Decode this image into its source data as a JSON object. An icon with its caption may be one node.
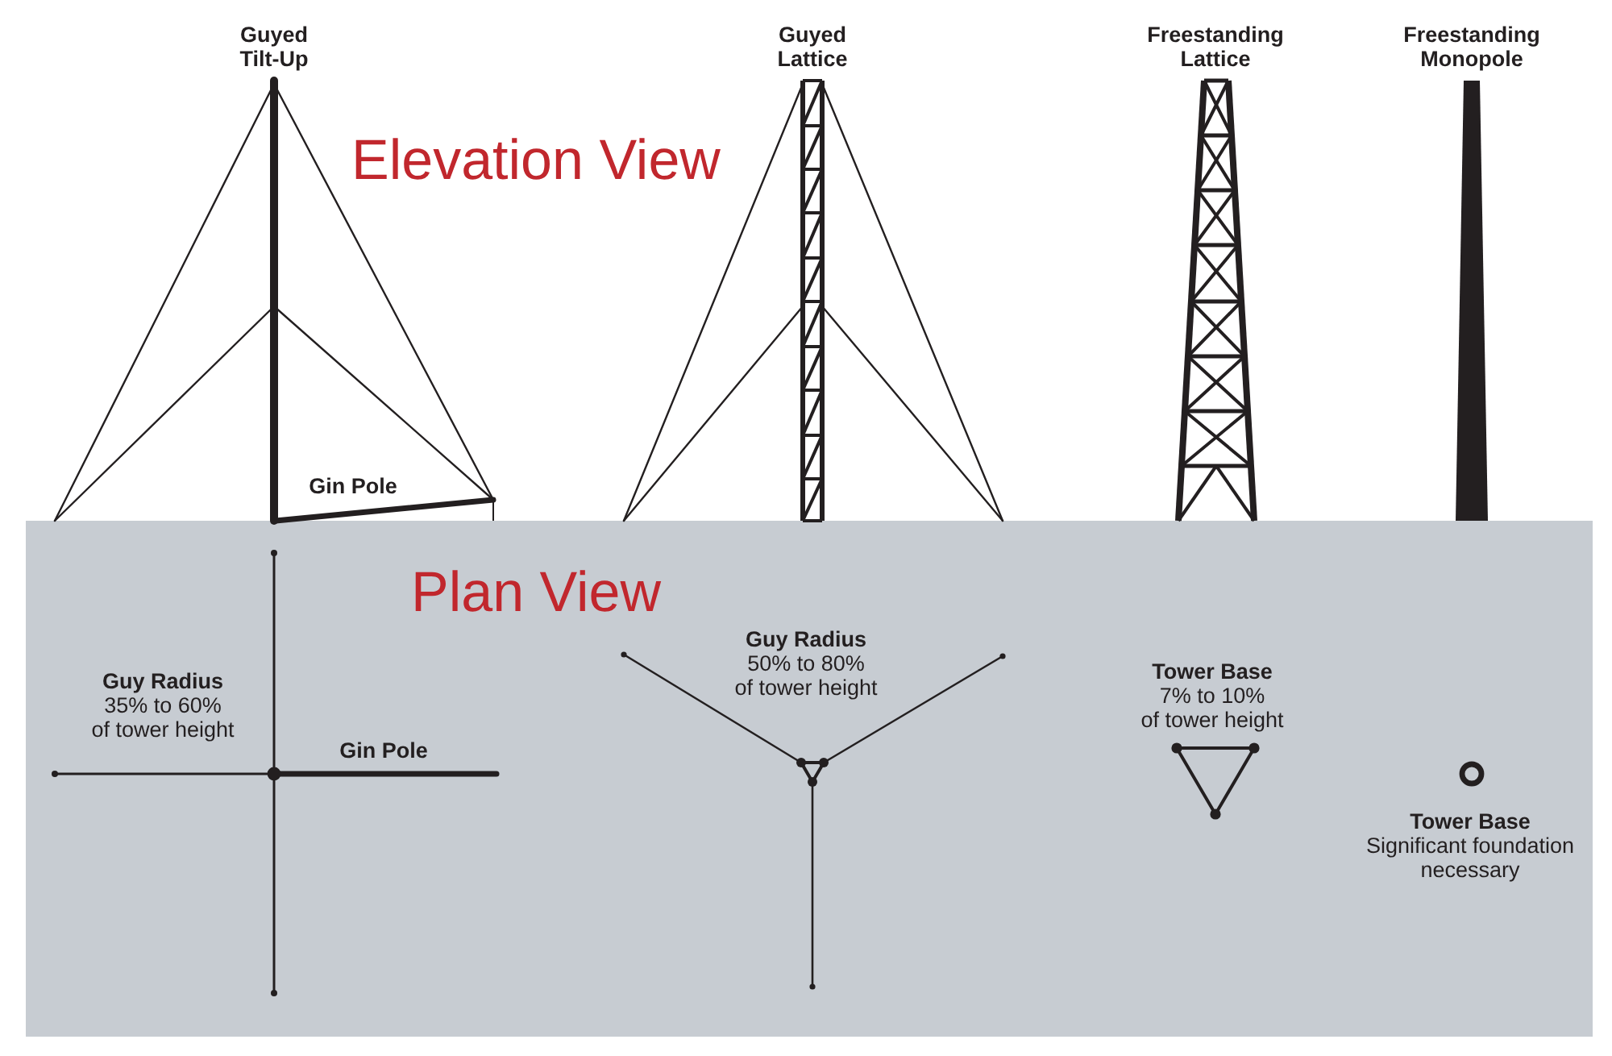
{
  "diagram": {
    "nodes": [
      {
        "text": [
          "Plan View"
        ]
      }
    ],
    "labels": [
      "Guyed Tilt-Up",
      "Guyed Lattice",
      "Freestanding Lattice",
      "Freestanding Monopole",
      "Elevation View",
      "Gin Pole",
      "Guy Radius",
      "35% to 60% of tower height",
      "Gin Pole",
      "Guy Radius",
      "50% to 80% of tower height",
      "Tower Base",
      "7% to 10% of tower height",
      "Tower Base",
      "Significant foundation necessary"
    ]
  }
}
